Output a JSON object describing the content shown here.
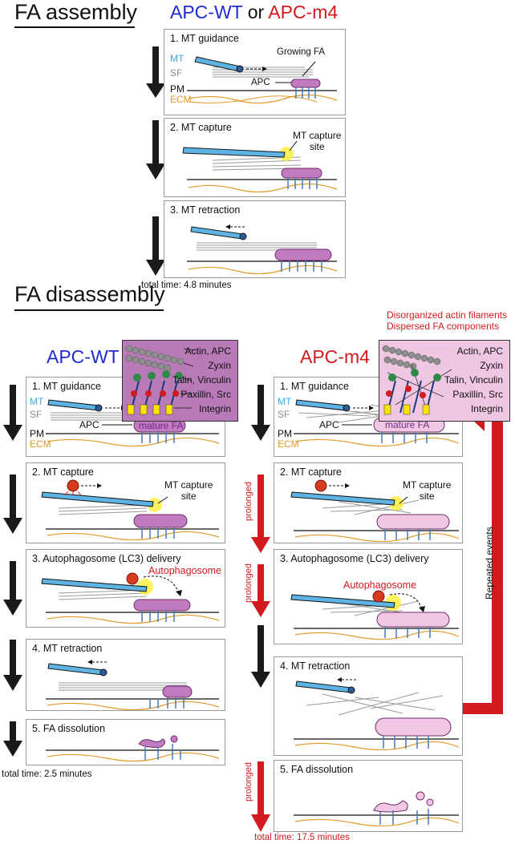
{
  "assembly": {
    "title": "FA assembly",
    "header_wt": "APC-WT",
    "header_or": "or",
    "header_m4": "APC-m4",
    "panels": [
      {
        "title": "1. MT guidance"
      },
      {
        "title": "2. MT capture"
      },
      {
        "title": "3. MT retraction"
      }
    ],
    "labels": {
      "mt": "MT",
      "sf": "SF",
      "pm": "PM",
      "ecm": "ECM",
      "apc": "APC",
      "growing_fa": "Growing FA",
      "capture_site": "MT capture\nsite"
    },
    "total_time": "total time: 4.8 minutes"
  },
  "disassembly": {
    "title": "FA disassembly",
    "wt": {
      "header": "APC-WT",
      "panels": [
        {
          "title": "1. MT guidance"
        },
        {
          "title": "2. MT capture"
        },
        {
          "title": "3. Autophagosome (LC3) delivery"
        },
        {
          "title": "4. MT retraction"
        },
        {
          "title": "5. FA dissolution"
        }
      ],
      "total_time": "total time: 2.5 minutes"
    },
    "m4": {
      "header": "APC-m4",
      "note1": "Disorganized actin filaments",
      "note2": "Dispersed FA components",
      "panels": [
        {
          "title": "1. MT guidance"
        },
        {
          "title": "2. MT capture"
        },
        {
          "title": "3. Autophagosome (LC3) delivery"
        },
        {
          "title": "4. MT retraction"
        },
        {
          "title": "5. FA dissolution"
        }
      ],
      "prolonged": "prolonged",
      "repeated": "Repeated events",
      "total_time": "total time: 17.5 minutes"
    },
    "labels": {
      "mt": "MT",
      "sf": "SF",
      "pm": "PM",
      "ecm": "ECM",
      "apc": "APC",
      "mature_fa": "mature FA",
      "capture_site": "MT capture\nsite",
      "autophagosome": "Autophagosome"
    },
    "inset": [
      "Actin, APC",
      "Zyxin",
      "Talin, Vinculin",
      "Paxillin, Src",
      "Integrin"
    ]
  },
  "colors": {
    "mt": "#4aa7dc",
    "sf": "#8c8c8c",
    "ecm": "#e39a2a",
    "fa_wt": "#c27bbf",
    "fa_m4": "#f2c7e4",
    "red": "#d11b1f",
    "blue": "#1f2bd1",
    "arrow": "#1a1a1a"
  }
}
